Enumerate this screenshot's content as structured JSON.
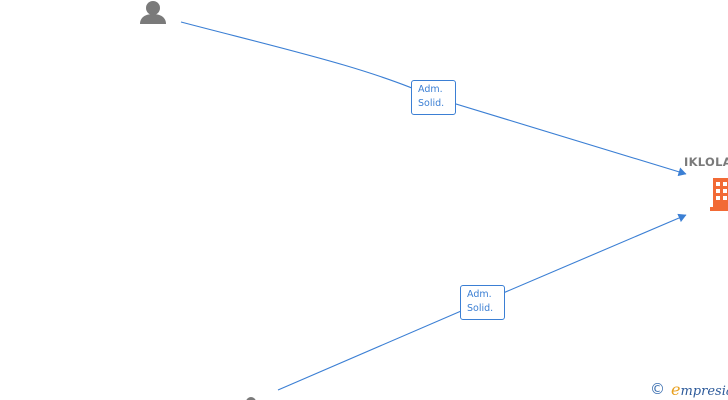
{
  "nodes": {
    "person_top": {
      "icon": "person-icon"
    },
    "person_bottom": {
      "icon": "person-icon"
    },
    "company": {
      "name": "IKLOLA",
      "icon": "building-icon"
    }
  },
  "edges": [
    {
      "from": "person_top",
      "to": "company",
      "label_line1": "Adm.",
      "label_line2": "Solid."
    },
    {
      "from": "person_bottom",
      "to": "company",
      "label_line1": "Adm.",
      "label_line2": "Solid."
    }
  ],
  "watermark": {
    "symbol": "©",
    "brand_initial": "e",
    "brand_rest": "mpresia"
  },
  "colors": {
    "edge": "#3b7fd4",
    "person_icon": "#7a7a7a",
    "company_icon": "#f26a35",
    "company_name": "#7a7a7a"
  }
}
